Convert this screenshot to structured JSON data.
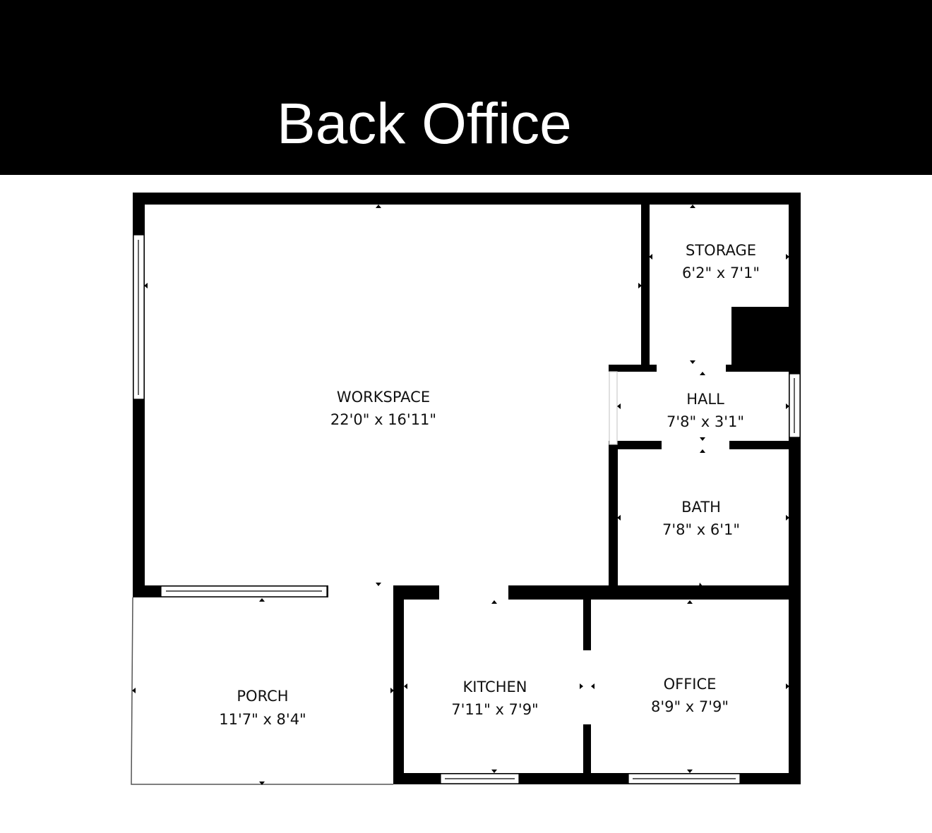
{
  "title": "Back Office",
  "colors": {
    "wall": "#000000",
    "floor": "#ffffff",
    "header": "#000000"
  },
  "rooms": [
    {
      "name": "WORKSPACE",
      "dims": "22'0\" x 16'11\""
    },
    {
      "name": "STORAGE",
      "dims": "6'2\" x 7'1\""
    },
    {
      "name": "HALL",
      "dims": "7'8\" x 3'1\""
    },
    {
      "name": "BATH",
      "dims": "7'8\" x 6'1\""
    },
    {
      "name": "PORCH",
      "dims": "11'7\" x 8'4\""
    },
    {
      "name": "KITCHEN",
      "dims": "7'11\" x 7'9\""
    },
    {
      "name": "OFFICE",
      "dims": "8'9\" x 7'9\""
    }
  ]
}
